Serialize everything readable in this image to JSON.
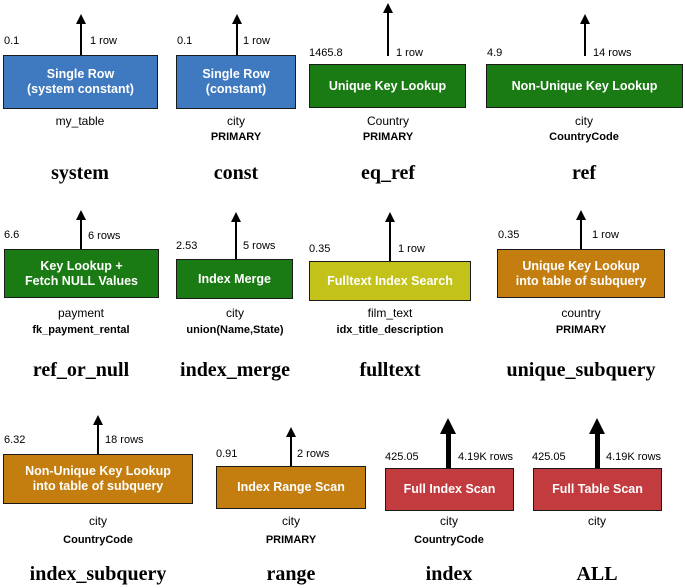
{
  "colors": {
    "blue": "#3f79bf",
    "green": "#1a7a14",
    "yellow": "#c2c21a",
    "orange": "#c47e10",
    "red": "#c23b3f"
  },
  "nodes": [
    {
      "id": "system",
      "box_text": "Single Row\n(system constant)",
      "color": "blue",
      "cost": "0.1",
      "rows": "1 row",
      "table": "my_table",
      "key": "",
      "type": "system"
    },
    {
      "id": "const",
      "box_text": "Single Row\n(constant)",
      "color": "blue",
      "cost": "0.1",
      "rows": "1 row",
      "table": "city",
      "key": "PRIMARY",
      "type": "const"
    },
    {
      "id": "eq_ref",
      "box_text": "Unique Key Lookup",
      "color": "green",
      "cost": "1465.8",
      "rows": "1 row",
      "table": "Country",
      "key": "PRIMARY",
      "type": "eq_ref"
    },
    {
      "id": "ref",
      "box_text": "Non-Unique Key Lookup",
      "color": "green",
      "cost": "4.9",
      "rows": "14 rows",
      "table": "city",
      "key": "CountryCode",
      "type": "ref"
    },
    {
      "id": "ref_or_null",
      "box_text": "Key Lookup +\nFetch NULL Values",
      "color": "green",
      "cost": "6.6",
      "rows": "6 rows",
      "table": "payment",
      "key": "fk_payment_rental",
      "type": "ref_or_null"
    },
    {
      "id": "index_merge",
      "box_text": "Index Merge",
      "color": "green",
      "cost": "2.53",
      "rows": "5 rows",
      "table": "city",
      "key": "union(Name,State)",
      "type": "index_merge"
    },
    {
      "id": "fulltext",
      "box_text": "Fulltext Index Search",
      "color": "yellow",
      "cost": "0.35",
      "rows": "1 row",
      "table": "film_text",
      "key": "idx_title_description",
      "type": "fulltext"
    },
    {
      "id": "unique_subquery",
      "box_text": "Unique Key Lookup\ninto table of subquery",
      "color": "orange",
      "cost": "0.35",
      "rows": "1 row",
      "table": "country",
      "key": "PRIMARY",
      "type": "unique_subquery"
    },
    {
      "id": "index_subquery",
      "box_text": "Non-Unique Key Lookup\ninto table of subquery",
      "color": "orange",
      "cost": "6.32",
      "rows": "18 rows",
      "table": "city",
      "key": "CountryCode",
      "type": "index_subquery"
    },
    {
      "id": "range",
      "box_text": "Index Range Scan",
      "color": "orange",
      "cost": "0.91",
      "rows": "2 rows",
      "table": "city",
      "key": "PRIMARY",
      "type": "range"
    },
    {
      "id": "index",
      "box_text": "Full Index Scan",
      "color": "red",
      "cost": "425.05",
      "rows": "4.19K rows",
      "table": "city",
      "key": "CountryCode",
      "type": "index"
    },
    {
      "id": "ALL",
      "box_text": "Full Table Scan",
      "color": "red",
      "cost": "425.05",
      "rows": "4.19K rows",
      "table": "city",
      "key": "",
      "type": "ALL"
    }
  ]
}
